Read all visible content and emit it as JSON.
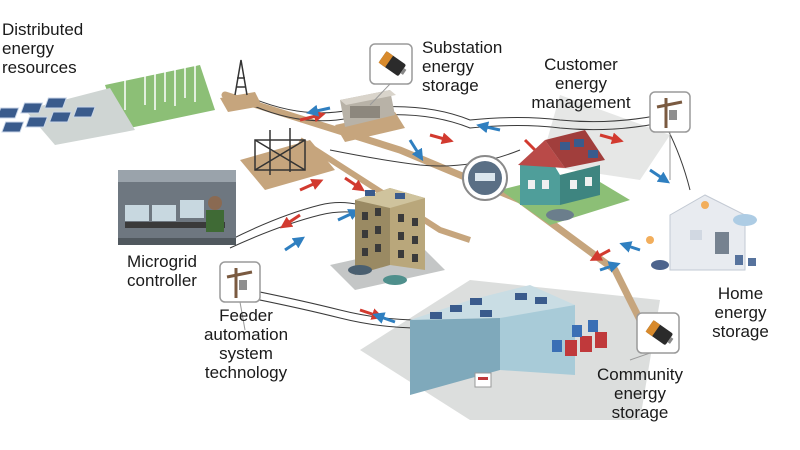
{
  "labels": {
    "distributed_energy_resources": "Distributed\nenergy\nresources",
    "substation_energy_storage": "Substation\nenergy\nstorage",
    "customer_energy_management": "Customer\nenergy\nmanagement",
    "microgrid_controller": "Microgrid\ncontroller",
    "feeder_automation": "Feeder\nautomation\nsystem\ntechnology",
    "home_energy_storage": "Home\nenergy\nstorage",
    "community_energy_storage": "Community\nenergy\nstorage"
  },
  "colors": {
    "ground": "#e2e4e3",
    "grass": "#8cbf76",
    "wire": "#3a3a3a",
    "flow_red": "#d23a2f",
    "flow_blue": "#2f7fc0",
    "house": "#4f9e9a",
    "roof": "#b94a48",
    "building_glass": "#8fb9c9",
    "battery_red": "#c0393b"
  },
  "icons": [
    "battery-icon",
    "utility-pole-icon",
    "wind-turbine-icon",
    "solar-panel-icon",
    "smart-meter-icon",
    "computer-monitor-icon"
  ]
}
